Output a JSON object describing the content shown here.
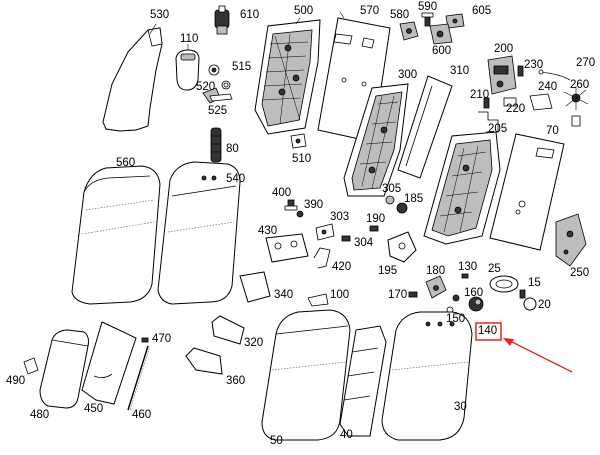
{
  "diagram": {
    "part_numbers": {
      "p530": "530",
      "p610": "610",
      "p500": "500",
      "p570": "570",
      "p580": "580",
      "p590": "590",
      "p605": "605",
      "p600": "600",
      "p110": "110",
      "p515": "515",
      "p520": "520",
      "p525": "525",
      "p80": "80",
      "p510": "510",
      "p300": "300",
      "p310": "310",
      "p200": "200",
      "p230": "230",
      "p270": "270",
      "p210": "210",
      "p240": "240",
      "p260": "260",
      "p220": "220",
      "p205": "205",
      "p70": "70",
      "p560": "560",
      "p540": "540",
      "p400": "400",
      "p390": "390",
      "p303": "303",
      "p430": "430",
      "p304": "304",
      "p420": "420",
      "p305": "305",
      "p185": "185",
      "p190": "190",
      "p195": "195",
      "p180": "180",
      "p130": "130",
      "p25": "25",
      "p15": "15",
      "p250": "250",
      "p340": "340",
      "p100": "100",
      "p170": "170",
      "p160": "160",
      "p150": "150",
      "p20": "20",
      "p140": "140",
      "p470": "470",
      "p490": "490",
      "p480": "480",
      "p450": "450",
      "p460": "460",
      "p320": "320",
      "p360": "360",
      "p50": "50",
      "p40": "40",
      "p30": "30"
    },
    "highlight": {
      "part": "140",
      "color": "#e8231c"
    }
  }
}
